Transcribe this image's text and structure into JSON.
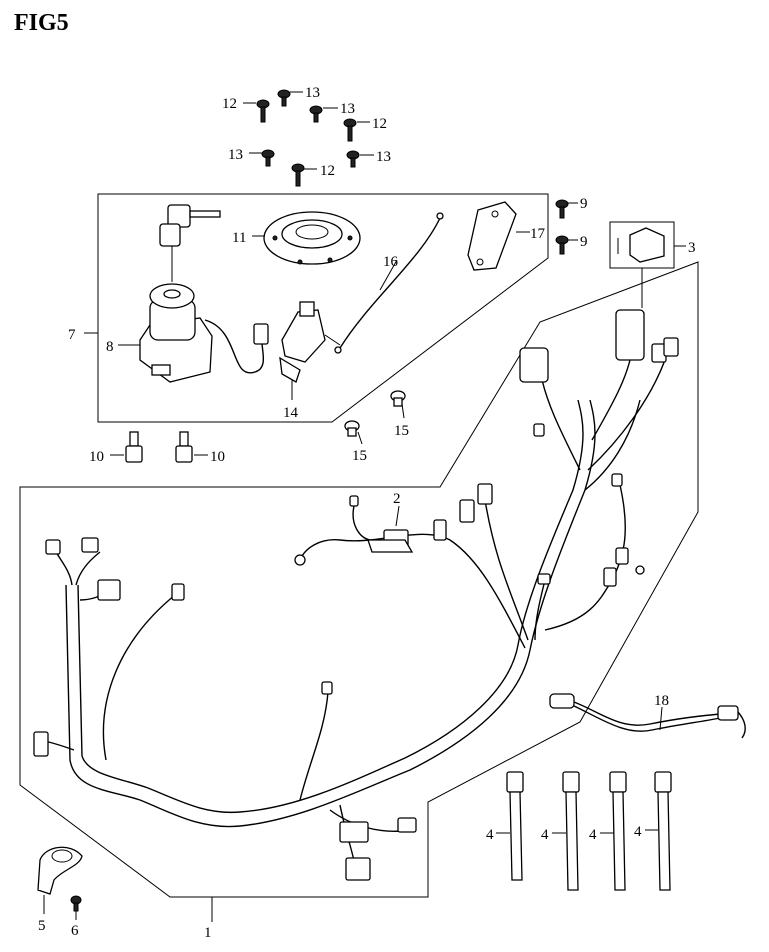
{
  "figure": {
    "title": "FIG5"
  },
  "labels": {
    "p1": "1",
    "p2": "2",
    "p3": "3",
    "p4a": "4",
    "p4b": "4",
    "p4c": "4",
    "p4d": "4",
    "p5": "5",
    "p6": "6",
    "p7": "7",
    "p8": "8",
    "p9a": "9",
    "p9b": "9",
    "p10a": "10",
    "p10b": "10",
    "p11": "11",
    "p12a": "12",
    "p12b": "12",
    "p12c": "12",
    "p13a": "13",
    "p13b": "13",
    "p13c": "13",
    "p13d": "13",
    "p14": "14",
    "p15a": "15",
    "p15b": "15",
    "p16": "16",
    "p17": "17",
    "p18": "18"
  },
  "colors": {
    "line": "#000000",
    "background": "#ffffff"
  }
}
